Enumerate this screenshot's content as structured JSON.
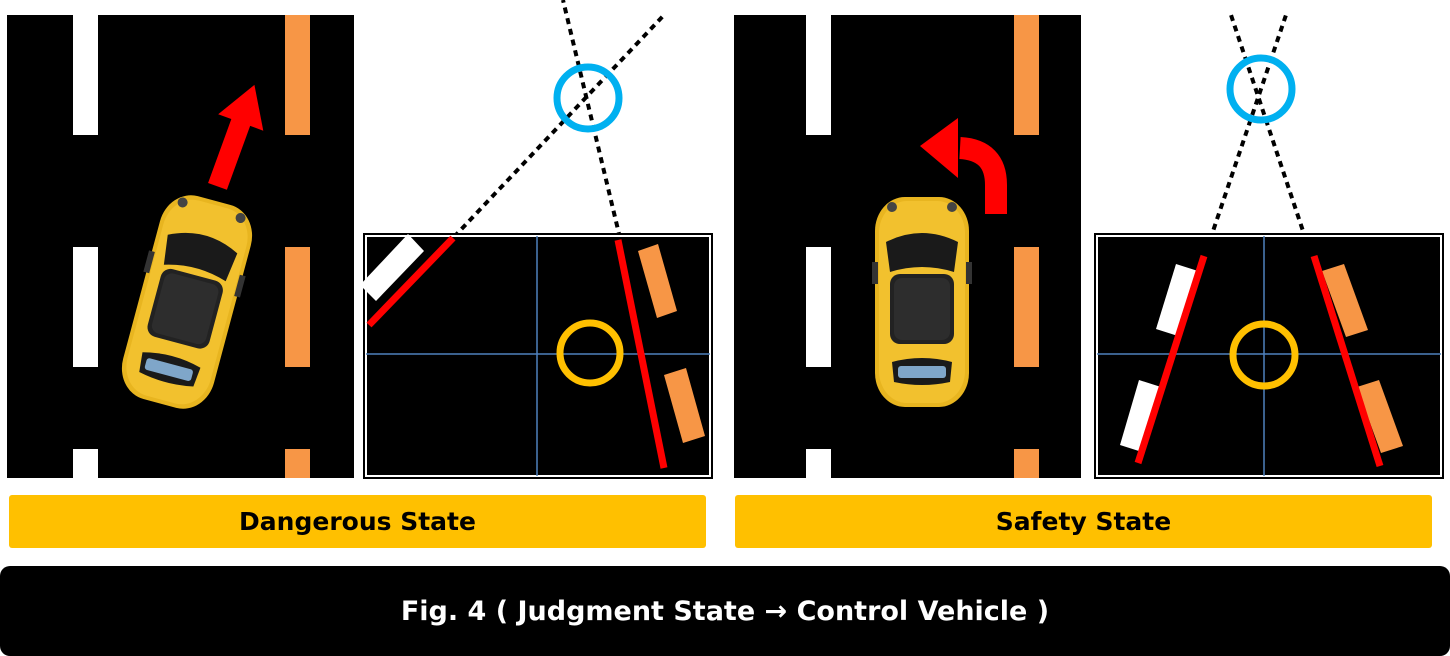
{
  "labels": {
    "left_state": "Dangerous State",
    "right_state": "Safety State"
  },
  "caption": "Fig. 4 ( Judgment State → Control Vehicle )",
  "colors": {
    "road": "#000000",
    "white_lane": "#FFFFFF",
    "orange_lane": "#F79646",
    "detected_line": "#FF0000",
    "vanishing_point_circle": "#00B0F0",
    "vehicle_center_circle": "#FFC000",
    "crosshair": "#4F81BD",
    "state_bar": "#FFC000",
    "car_body": "#F2C12E",
    "arrow": "#FF0000"
  },
  "icons": {
    "car": "car-top-view-icon",
    "straight_arrow": "arrow-up-right-icon",
    "turn_arrow": "arrow-turn-left-icon"
  }
}
